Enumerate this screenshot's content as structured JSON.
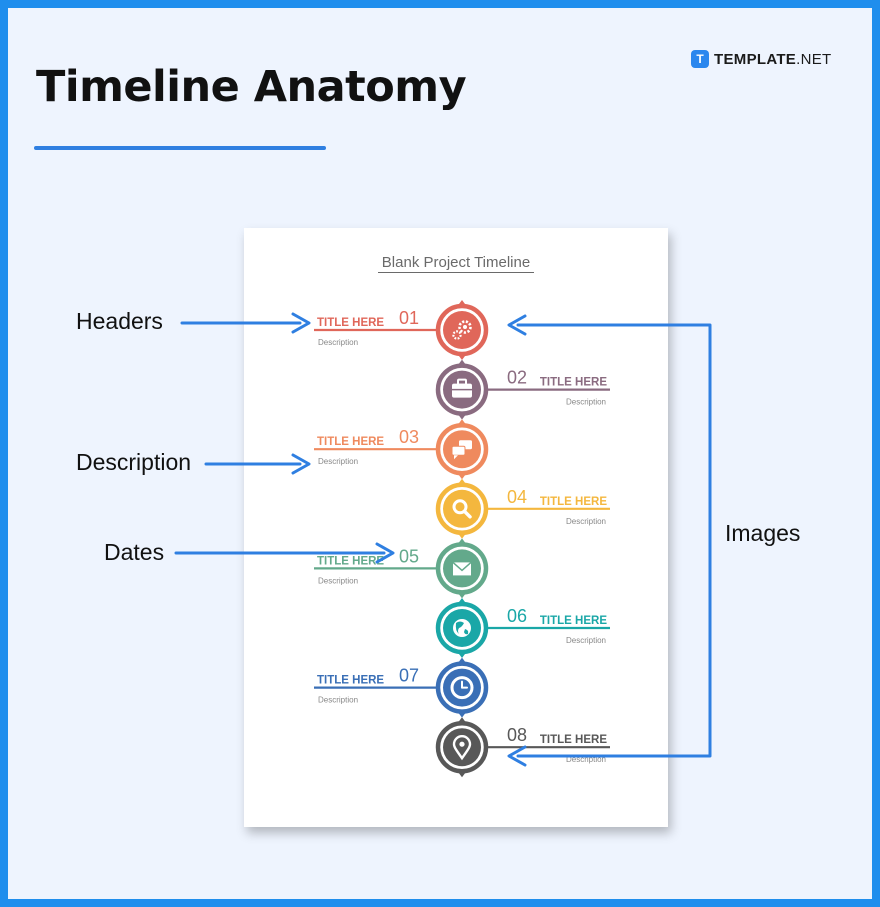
{
  "header": {
    "title": "Timeline Anatomy",
    "brand_mark": "T",
    "brand_name": "TEMPLATE",
    "brand_suffix": ".NET"
  },
  "colors": {
    "frame": "#1f8eed",
    "background": "#eef4fe",
    "arrow": "#2f7fe1"
  },
  "document": {
    "title": "Blank Project Timeline",
    "items": [
      {
        "num": "01",
        "title": "TITLE HERE",
        "desc": "Description",
        "side": "left",
        "color": "#e0675a",
        "icon": "gear-icon"
      },
      {
        "num": "02",
        "title": "TITLE HERE",
        "desc": "Description",
        "side": "right",
        "color": "#8a6b80",
        "icon": "briefcase-icon"
      },
      {
        "num": "03",
        "title": "TITLE HERE",
        "desc": "Description",
        "side": "left",
        "color": "#ef8a5e",
        "icon": "chat-icon"
      },
      {
        "num": "04",
        "title": "TITLE HERE",
        "desc": "Description",
        "side": "right",
        "color": "#f4b73e",
        "icon": "search-icon"
      },
      {
        "num": "05",
        "title": "TITLE HERE",
        "desc": "Description",
        "side": "left",
        "color": "#63a98b",
        "icon": "mail-icon"
      },
      {
        "num": "06",
        "title": "TITLE HERE",
        "desc": "Description",
        "side": "right",
        "color": "#1aa7a7",
        "icon": "globe-icon"
      },
      {
        "num": "07",
        "title": "TITLE HERE",
        "desc": "Description",
        "side": "left",
        "color": "#3a6fb6",
        "icon": "clock-icon"
      },
      {
        "num": "08",
        "title": "TITLE HERE",
        "desc": "Description",
        "side": "right",
        "color": "#585858",
        "icon": "map-pin-icon"
      }
    ]
  },
  "annotations": {
    "headers": "Headers",
    "description": "Description",
    "dates": "Dates",
    "images": "Images"
  }
}
